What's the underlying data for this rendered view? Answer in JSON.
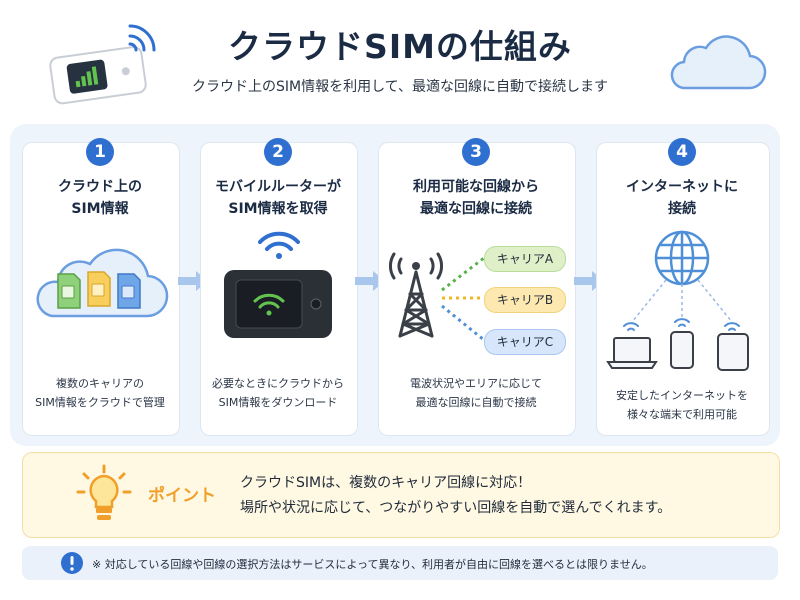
{
  "header": {
    "title": "クラウドSIMの仕組み",
    "subtitle": "クラウド上のSIM情報を利用して、最適な回線に自動で接続します"
  },
  "steps": [
    {
      "number": "1",
      "title_line1": "クラウド上の",
      "title_line2": "SIM情報",
      "desc_line1": "複数のキャリアの",
      "desc_line2": "SIM情報をクラウドで管理"
    },
    {
      "number": "2",
      "title_line1": "モバイルルーターが",
      "title_line2": "SIM情報を取得",
      "desc_line1": "必要なときにクラウドから",
      "desc_line2": "SIM情報をダウンロード"
    },
    {
      "number": "3",
      "title_line1": "利用可能な回線から",
      "title_line2": "最適な回線に接続",
      "desc_line1": "電波状況やエリアに応じて",
      "desc_line2": "最適な回線に自動で接続"
    },
    {
      "number": "4",
      "title_line1": "インターネットに",
      "title_line2": "接続",
      "desc_line1": "安定したインターネットを",
      "desc_line2": "様々な端末で利用可能"
    }
  ],
  "carriers": [
    {
      "label": "キャリアA",
      "color": "#dff0c8",
      "line": "#5ab04a"
    },
    {
      "label": "キャリアB",
      "color": "#fde9b0",
      "line": "#f0b820"
    },
    {
      "label": "キャリアC",
      "color": "#d7e6fa",
      "line": "#4f8fd8"
    }
  ],
  "point": {
    "label": "ポイント",
    "line1": "クラウドSIMは、複数のキャリア回線に対応！",
    "line2": "場所や状況に応じて、つながりやすい回線を自動で選んでくれます。"
  },
  "note": {
    "text": "※ 対応している回線や回線の選択方法はサービスによって異なり、利用者が自由に回線を選べるとは限りません。"
  },
  "colors": {
    "accent": "#2f6fd0",
    "point": "#f0a02a",
    "title": "#1b2b44"
  }
}
